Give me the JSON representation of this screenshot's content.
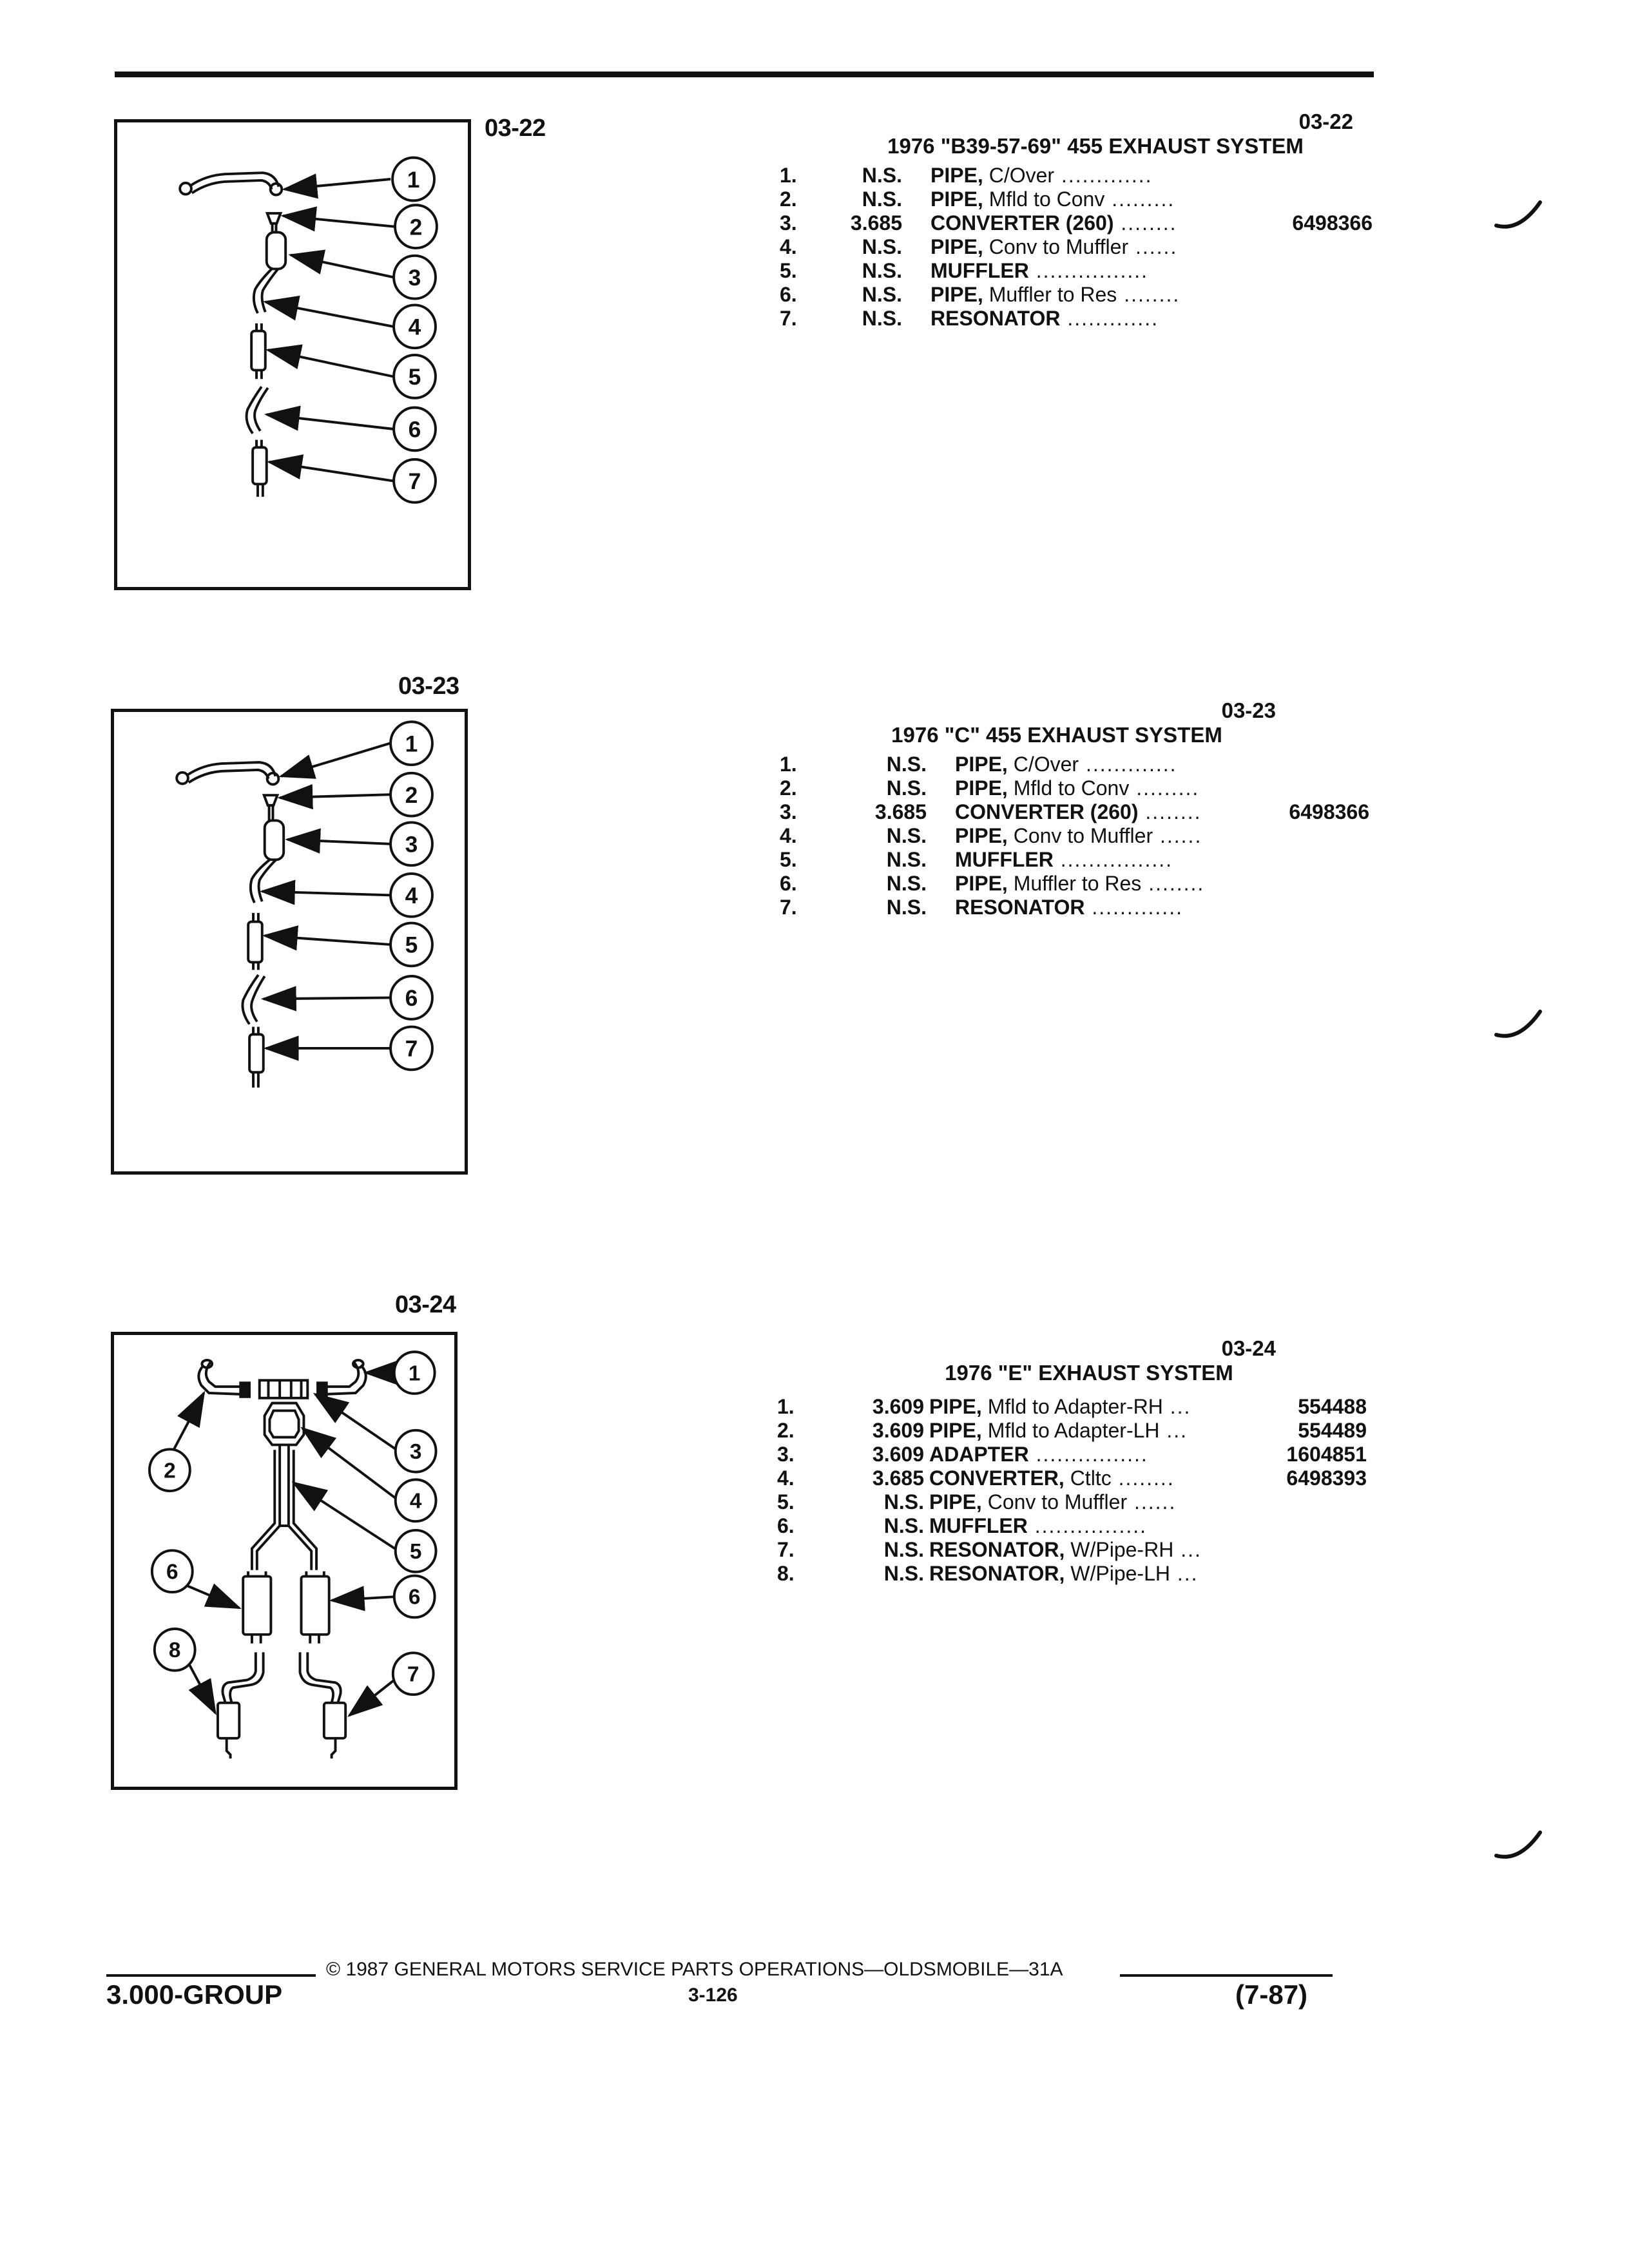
{
  "sections": [
    {
      "fig_label": "03-22",
      "code": "03-22",
      "title": "1976 \"B39-57-69\" 455 EXHAUST SYSTEM",
      "items": [
        {
          "num": "1.",
          "grp": "N.S.",
          "name": "PIPE,",
          "detail": " C/Over",
          "dots": " .............",
          "part": ""
        },
        {
          "num": "2.",
          "grp": "N.S.",
          "name": "PIPE,",
          "detail": " Mfld to Conv",
          "dots": " .........",
          "part": ""
        },
        {
          "num": "3.",
          "grp": "3.685",
          "name": "CONVERTER (260)",
          "detail": "",
          "dots": " ........",
          "part": "6498366"
        },
        {
          "num": "4.",
          "grp": "N.S.",
          "name": "PIPE,",
          "detail": " Conv to Muffler",
          "dots": " ......",
          "part": ""
        },
        {
          "num": "5.",
          "grp": "N.S.",
          "name": "MUFFLER",
          "detail": "",
          "dots": " ................",
          "part": ""
        },
        {
          "num": "6.",
          "grp": "N.S.",
          "name": "PIPE,",
          "detail": " Muffler to Res",
          "dots": " ........",
          "part": ""
        },
        {
          "num": "7.",
          "grp": "N.S.",
          "name": "RESONATOR",
          "detail": "",
          "dots": " .............",
          "part": ""
        }
      ],
      "callouts": [
        "1",
        "2",
        "3",
        "4",
        "5",
        "6",
        "7"
      ]
    },
    {
      "fig_label": "03-23",
      "code": "03-23",
      "title": "1976 \"C\" 455 EXHAUST SYSTEM",
      "items": [
        {
          "num": "1.",
          "grp": "N.S.",
          "name": "PIPE,",
          "detail": " C/Over",
          "dots": " .............",
          "part": ""
        },
        {
          "num": "2.",
          "grp": "N.S.",
          "name": "PIPE,",
          "detail": " Mfld to Conv",
          "dots": " .........",
          "part": ""
        },
        {
          "num": "3.",
          "grp": "3.685",
          "name": "CONVERTER (260)",
          "detail": "",
          "dots": " ........",
          "part": "6498366"
        },
        {
          "num": "4.",
          "grp": "N.S.",
          "name": "PIPE,",
          "detail": " Conv to Muffler",
          "dots": " ......",
          "part": ""
        },
        {
          "num": "5.",
          "grp": "N.S.",
          "name": "MUFFLER",
          "detail": "",
          "dots": " ................",
          "part": ""
        },
        {
          "num": "6.",
          "grp": "N.S.",
          "name": "PIPE,",
          "detail": " Muffler to Res",
          "dots": " ........",
          "part": ""
        },
        {
          "num": "7.",
          "grp": "N.S.",
          "name": "RESONATOR",
          "detail": "",
          "dots": " .............",
          "part": ""
        }
      ],
      "callouts": [
        "1",
        "2",
        "3",
        "4",
        "5",
        "6",
        "7"
      ]
    },
    {
      "fig_label": "03-24",
      "code": "03-24",
      "title": "1976 \"E\" EXHAUST SYSTEM",
      "items": [
        {
          "num": "1.",
          "grp": "3.609",
          "name": "PIPE,",
          "detail": " Mfld to Adapter-RH",
          "dots": " ...",
          "part": "554488"
        },
        {
          "num": "2.",
          "grp": "3.609",
          "name": "PIPE,",
          "detail": " Mfld to Adapter-LH",
          "dots": " ...",
          "part": "554489"
        },
        {
          "num": "3.",
          "grp": "3.609",
          "name": "ADAPTER",
          "detail": "",
          "dots": " ................",
          "part": "1604851"
        },
        {
          "num": "4.",
          "grp": "3.685",
          "name": "CONVERTER,",
          "detail": " Ctltc",
          "dots": " ........",
          "part": "6498393"
        },
        {
          "num": "5.",
          "grp": "N.S.",
          "name": "PIPE,",
          "detail": " Conv to Muffler",
          "dots": " ......",
          "part": ""
        },
        {
          "num": "6.",
          "grp": "N.S.",
          "name": "MUFFLER",
          "detail": "",
          "dots": " ................",
          "part": ""
        },
        {
          "num": "7.",
          "grp": "N.S.",
          "name": "RESONATOR,",
          "detail": " W/Pipe-RH",
          "dots": " ...",
          "part": ""
        },
        {
          "num": "8.",
          "grp": "N.S.",
          "name": "RESONATOR,",
          "detail": " W/Pipe-LH",
          "dots": " ...",
          "part": ""
        }
      ],
      "callouts": [
        "1",
        "2",
        "3",
        "4",
        "5",
        "6",
        "6",
        "7",
        "8"
      ]
    }
  ],
  "footer": {
    "copyright": "© 1987 GENERAL MOTORS SERVICE PARTS OPERATIONS—OLDSMOBILE—31A",
    "group": "3.000-GROUP",
    "page": "3-126",
    "date": "(7-87)"
  }
}
